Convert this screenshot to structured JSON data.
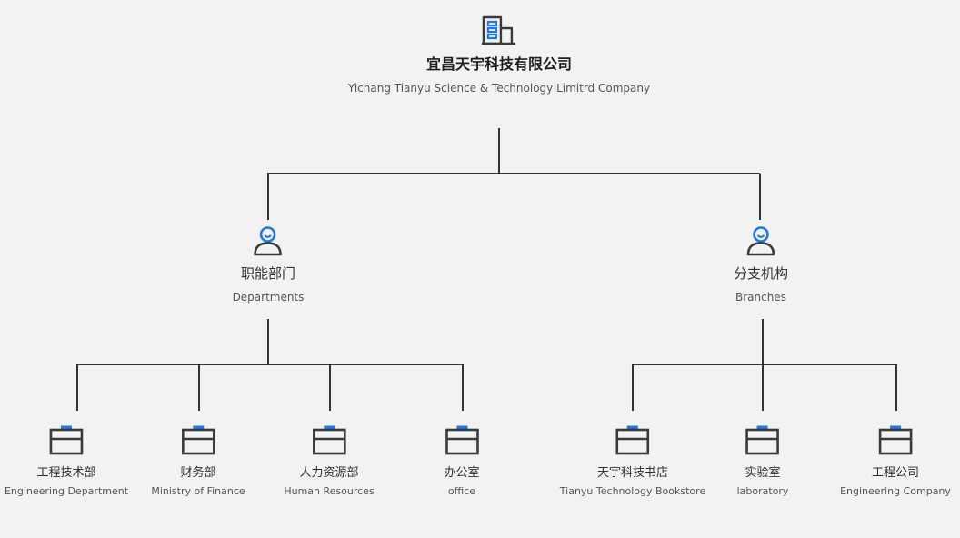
{
  "root": {
    "name_cn": "宜昌天宇科技有限公司",
    "name_en": "Yichang Tianyu Science & Technology Limitrd Company",
    "icon": "building-icon"
  },
  "branches": [
    {
      "name_cn": "职能部门",
      "name_en": "Departments",
      "icon": "user-icon",
      "children": [
        {
          "name_cn": "工程技术部",
          "name_en": "Engineering Department",
          "icon": "briefcase-icon"
        },
        {
          "name_cn": "财务部",
          "name_en": "Ministry of Finance",
          "icon": "briefcase-icon"
        },
        {
          "name_cn": "人力资源部",
          "name_en": "Human Resources",
          "icon": "briefcase-icon"
        },
        {
          "name_cn": "办公室",
          "name_en": "office",
          "icon": "briefcase-icon"
        }
      ]
    },
    {
      "name_cn": "分支机构",
      "name_en": "Branches",
      "icon": "user-icon",
      "children": [
        {
          "name_cn": "天宇科技书店",
          "name_en": "Tianyu Technology Bookstore",
          "icon": "briefcase-icon"
        },
        {
          "name_cn": "实验室",
          "name_en": "laboratory",
          "icon": "briefcase-icon"
        },
        {
          "name_cn": "工程公司",
          "name_en": "Engineering Company",
          "icon": "briefcase-icon"
        }
      ]
    }
  ],
  "colors": {
    "line": "#333333",
    "icon_dark": "#3a3a3a",
    "accent": "#1e78e6"
  }
}
